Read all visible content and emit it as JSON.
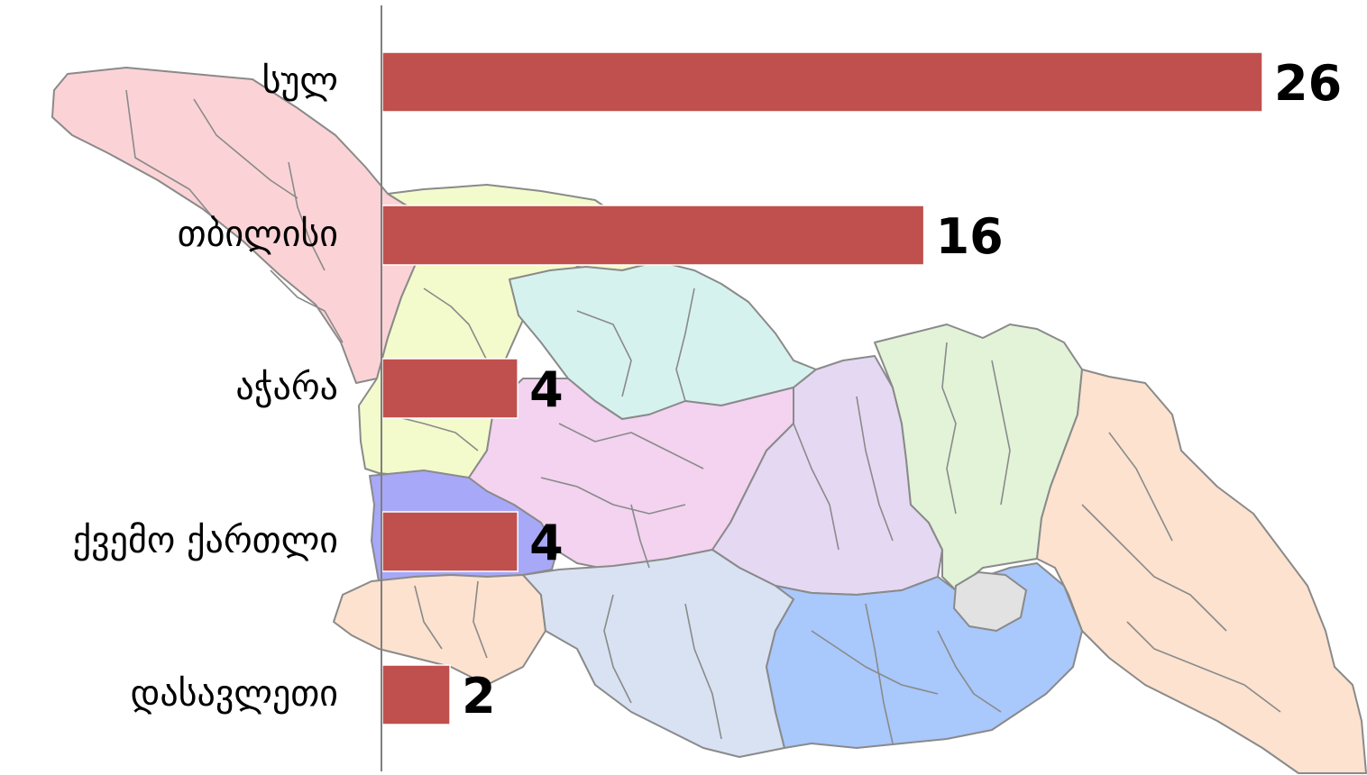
{
  "chart_data": {
    "type": "bar",
    "orientation": "horizontal",
    "categories": [
      "სულ",
      "თბილისი",
      "აჭარა",
      "ქვემო ქართლი",
      "დასავლეთი"
    ],
    "values": [
      26,
      16,
      4,
      4,
      2
    ],
    "xlim": [
      0,
      26
    ],
    "grid": false,
    "legend": "none",
    "bar_color": "#c0504d",
    "axis_color": "#7f7f7f",
    "background": "map of Georgia regions"
  }
}
